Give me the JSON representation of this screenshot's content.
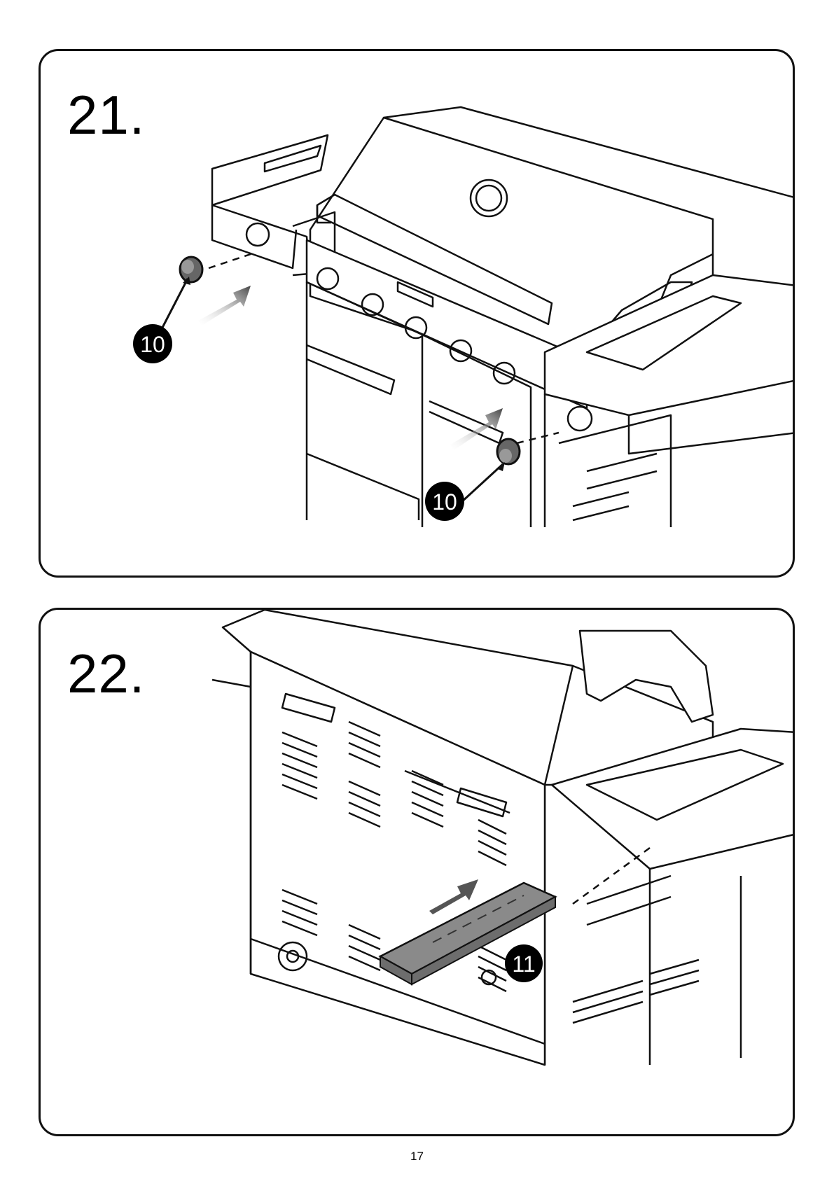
{
  "steps": [
    {
      "number": "21.",
      "callouts": [
        "10",
        "10"
      ]
    },
    {
      "number": "22.",
      "callouts": [
        "11"
      ]
    }
  ],
  "page_number": "17",
  "icons": [
    "grill-control-knob",
    "insert-arrow",
    "side-shelf-tray"
  ],
  "colors": {
    "line": "#111111",
    "callout_fill": "#000000",
    "arrow_gray": "#555555",
    "tray_gray": "#8a8a8a"
  }
}
